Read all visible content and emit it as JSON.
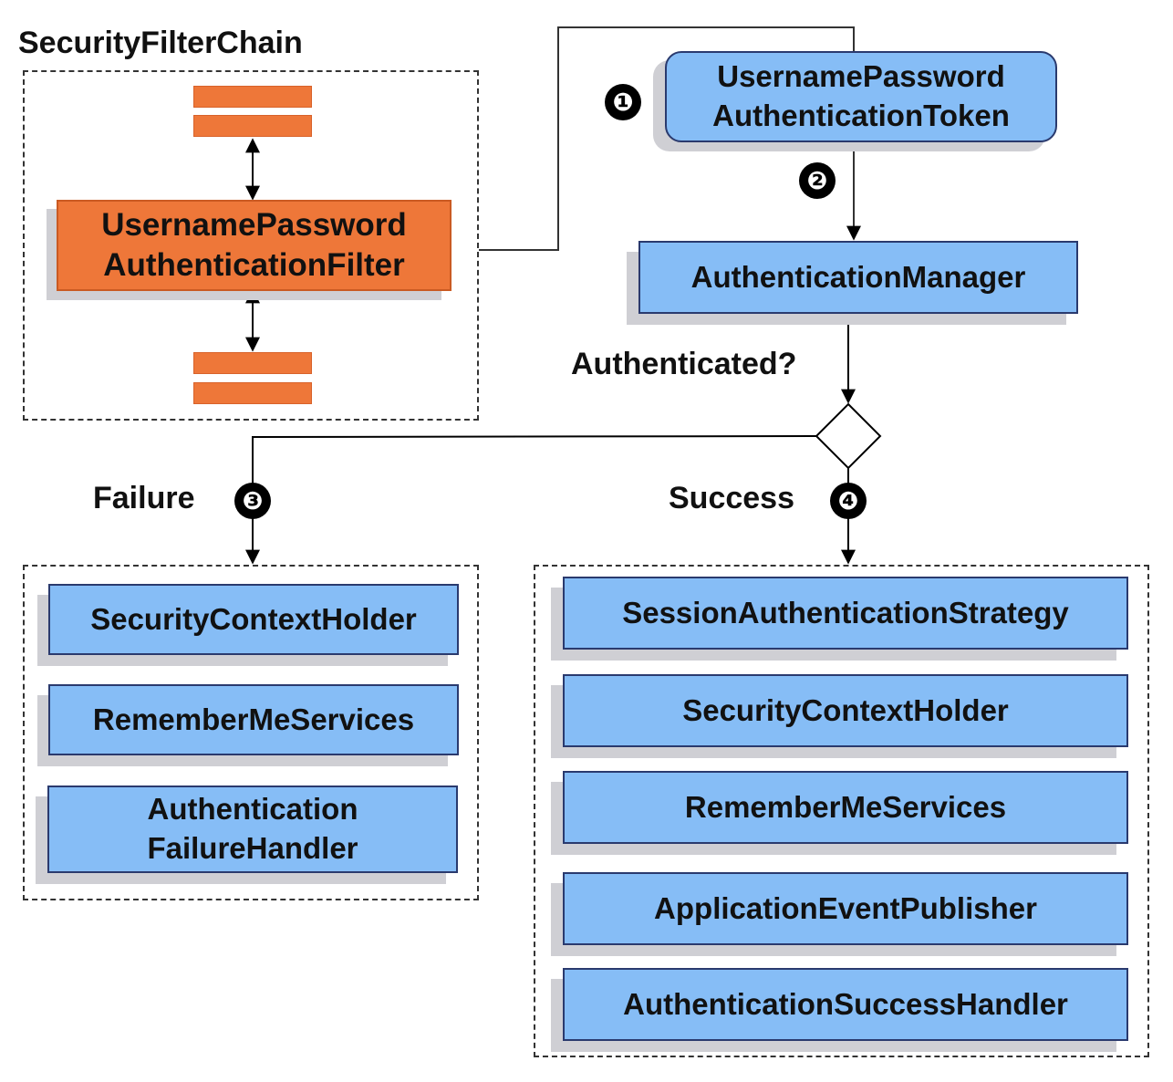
{
  "filter_chain": {
    "title": "SecurityFilterChain",
    "filter_line1": "UsernamePassword",
    "filter_line2": "AuthenticationFilter"
  },
  "token": {
    "line1": "UsernamePassword",
    "line2": "AuthenticationToken"
  },
  "manager": {
    "label": "AuthenticationManager"
  },
  "decision": {
    "label": "Authenticated?"
  },
  "failure": {
    "label": "Failure",
    "items": [
      "SecurityContextHolder",
      "RememberMeServices"
    ],
    "handler_line1": "Authentication",
    "handler_line2": "FailureHandler"
  },
  "success": {
    "label": "Success",
    "items": [
      "SessionAuthenticationStrategy",
      "SecurityContextHolder",
      "RememberMeServices",
      "ApplicationEventPublisher",
      "AuthenticationSuccessHandler"
    ]
  },
  "steps": [
    "❶",
    "❷",
    "❸",
    "❹"
  ],
  "colors": {
    "blue_box": "#86bdf6",
    "orange_box": "#ee7739",
    "border": "#2a3a6e"
  }
}
